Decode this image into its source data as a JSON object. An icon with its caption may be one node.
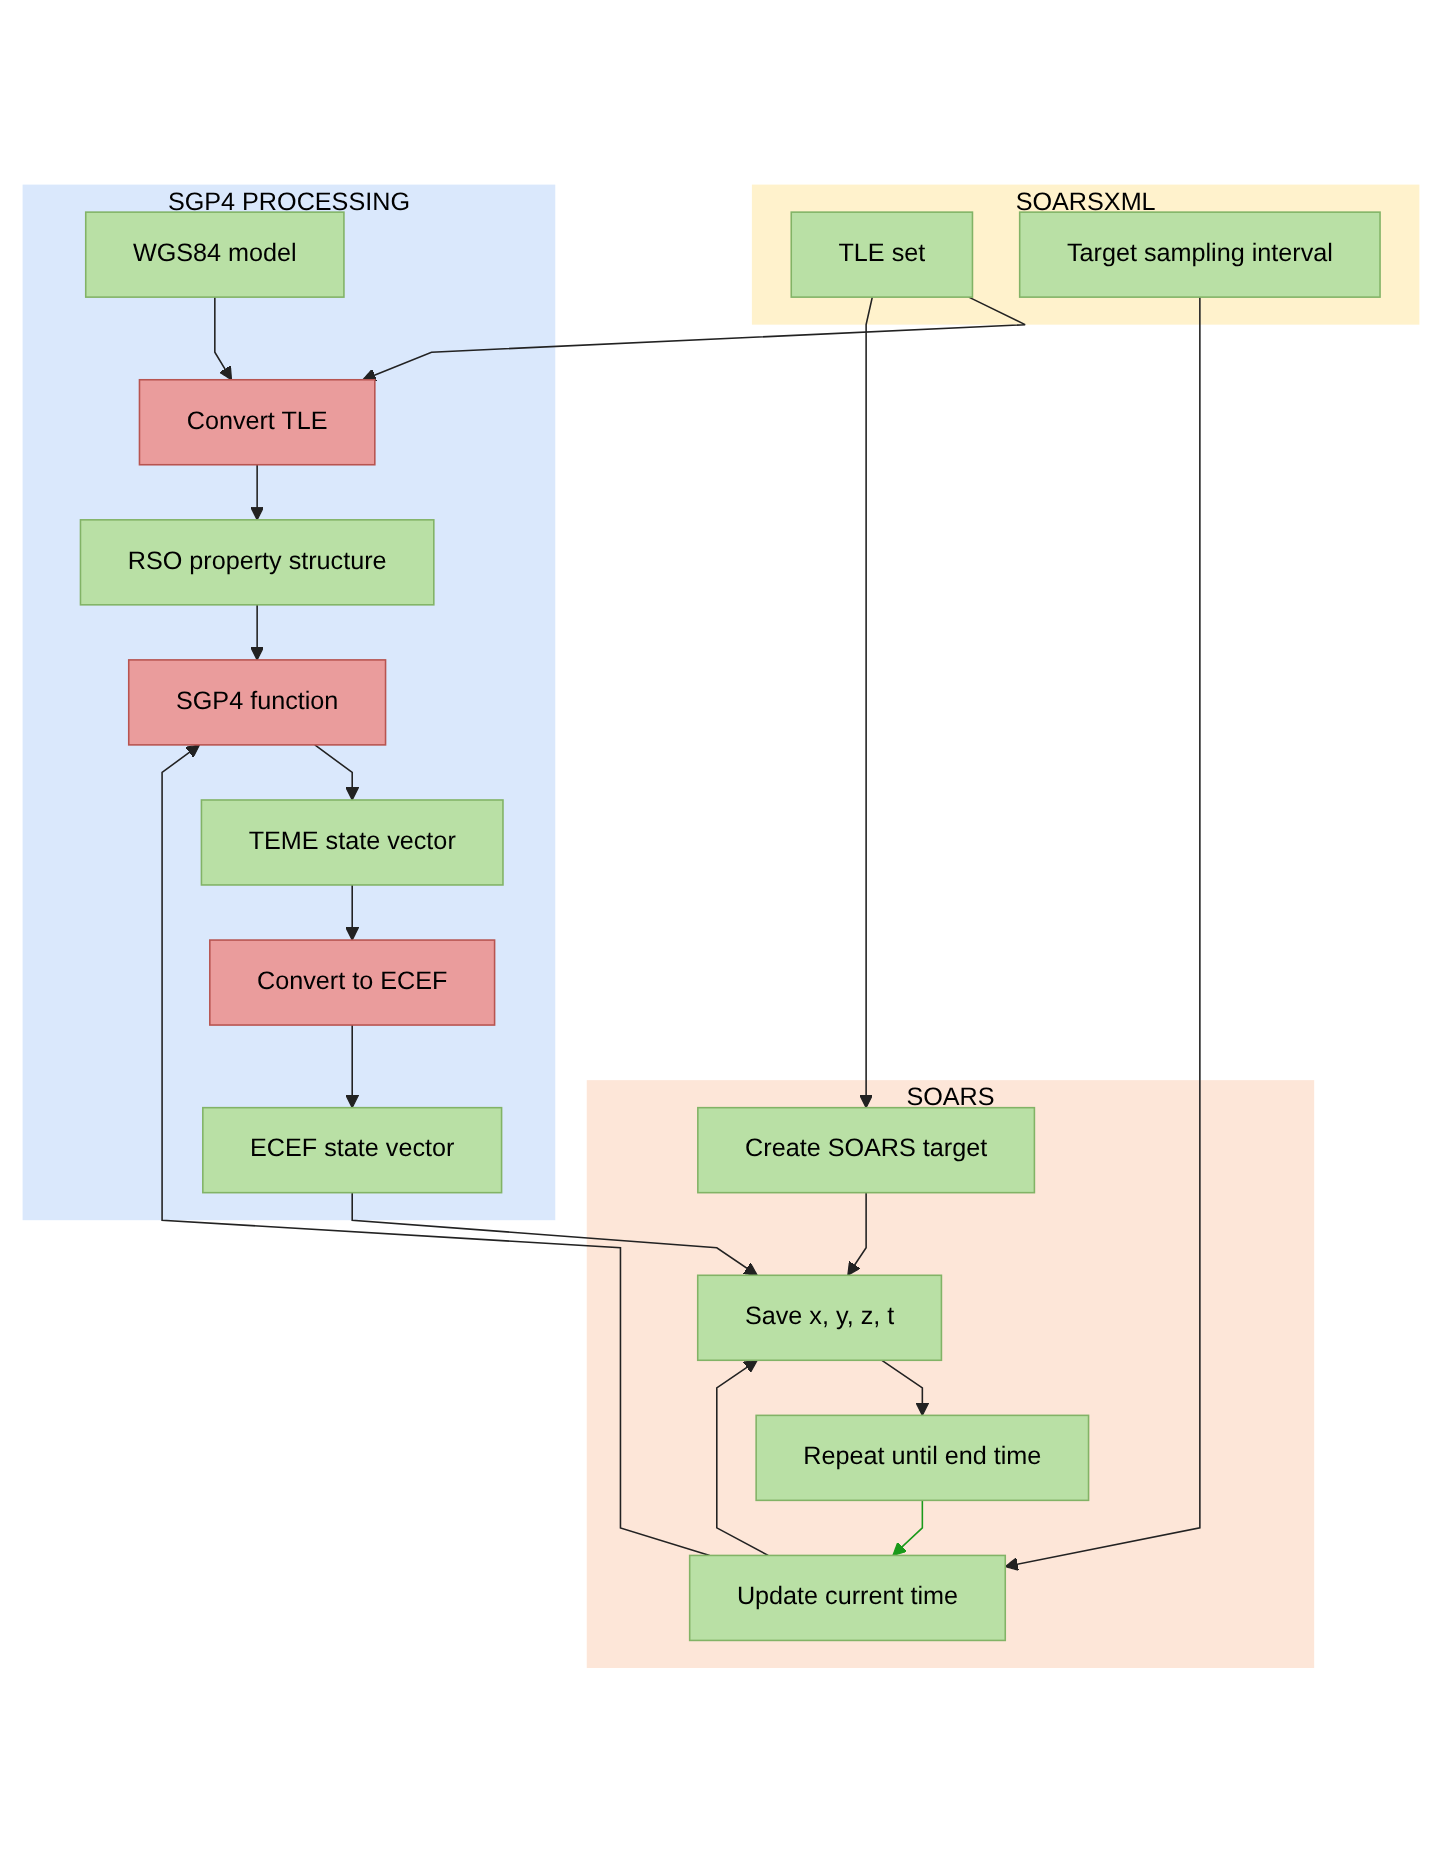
{
  "diagram": {
    "nodes": [
      {
        "text": [
          "SOARSXML"
        ]
      },
      {
        "text": [
          "TLE set"
        ],
        "in": 0
      },
      {
        "text": [
          "Target sampling interval"
        ],
        "in": 0
      },
      {
        "text": [
          "SOARS"
        ]
      },
      {
        "text": [
          "Create SOARS target"
        ],
        "in": 3
      },
      {
        "text": [
          "Update current time"
        ],
        "in": 3
      },
      {
        "text": [
          "Save x, y, z, t"
        ],
        "in": 3
      },
      {
        "text": [
          "Repeat until end time"
        ],
        "in": 3
      },
      {
        "text": [
          "SGP4 PROCESSING"
        ]
      },
      {
        "text": [
          "WGS84 model"
        ],
        "in": 8
      },
      {
        "text": [
          "Convert TLE"
        ],
        "in": 8
      },
      {
        "text": [
          "RSO property structure"
        ],
        "in": 8
      },
      {
        "text": [
          "SGP4 function"
        ],
        "in": 8
      },
      {
        "text": [
          "TEME state vector"
        ],
        "in": 8
      },
      {
        "text": [
          "Convert to ECEF"
        ],
        "in": 8
      },
      {
        "text": [
          "ECEF state vector"
        ],
        "in": 8
      }
    ],
    "edges": [
      {
        "from": 9,
        "to": 10,
        "arrow": "to"
      },
      {
        "from": 1,
        "to": 10,
        "arrow": "to"
      },
      {
        "from": 10,
        "to": 11,
        "arrow": "to"
      },
      {
        "from": 11,
        "to": 12,
        "arrow": "to"
      },
      {
        "from": 12,
        "to": 13,
        "arrow": "to"
      },
      {
        "from": 13,
        "to": 14,
        "arrow": "to"
      },
      {
        "from": 14,
        "to": 15,
        "arrow": "to"
      },
      {
        "from": 15,
        "to": 6,
        "arrow": "to"
      },
      {
        "from": 1,
        "to": 4,
        "arrow": "to"
      },
      {
        "from": 2,
        "to": 5,
        "arrow": "to"
      },
      {
        "from": 4,
        "to": 6,
        "arrow": "to"
      },
      {
        "from": 5,
        "to": 12,
        "arrow": "to"
      },
      {
        "from": 5,
        "to": 6,
        "arrow": "to"
      },
      {
        "from": 6,
        "to": 7,
        "arrow": "to"
      },
      {
        "from": 7,
        "to": 5,
        "arrow": "to",
        "color": "#1a9a1a"
      }
    ]
  }
}
